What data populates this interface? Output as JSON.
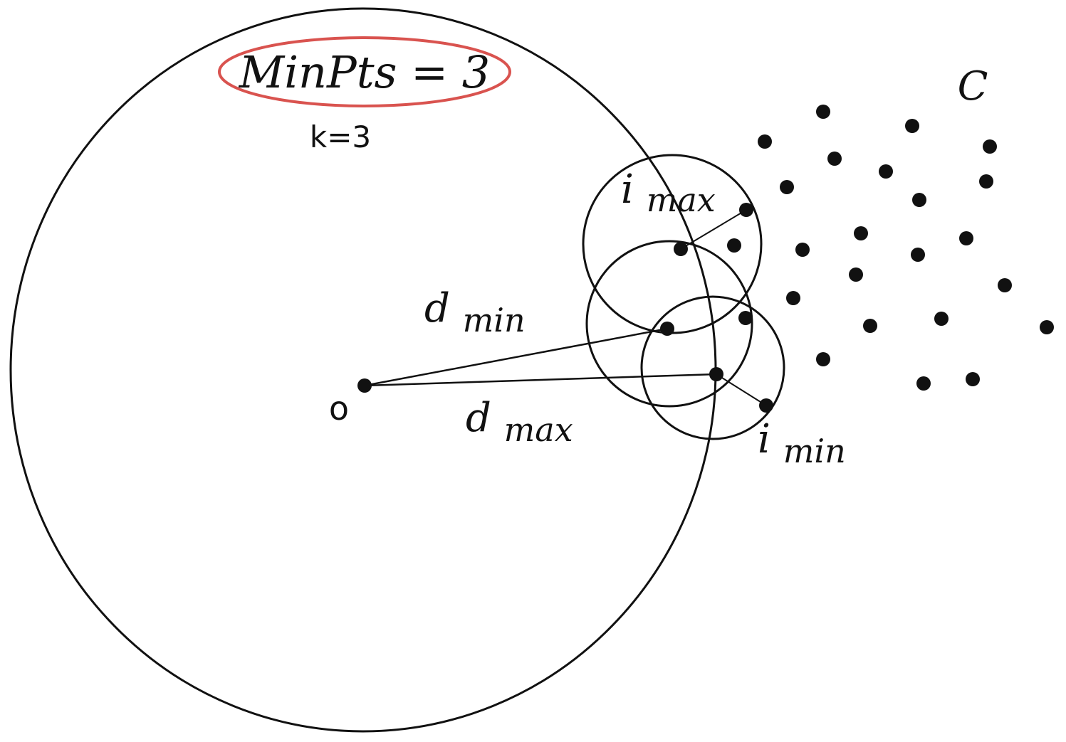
{
  "labels": {
    "minpts": "MinPts = 3",
    "k": "k=3",
    "cluster": "C",
    "imax_base": "i",
    "imax_sub": "max",
    "imin_base": "i",
    "imin_sub": "min",
    "dmin_base": "d",
    "dmin_sub": "min",
    "dmax_base": "d",
    "dmax_sub": "max",
    "origin": "o"
  },
  "colors": {
    "stroke": "#111111",
    "highlight": "#d9534f",
    "background": "#ffffff"
  }
}
